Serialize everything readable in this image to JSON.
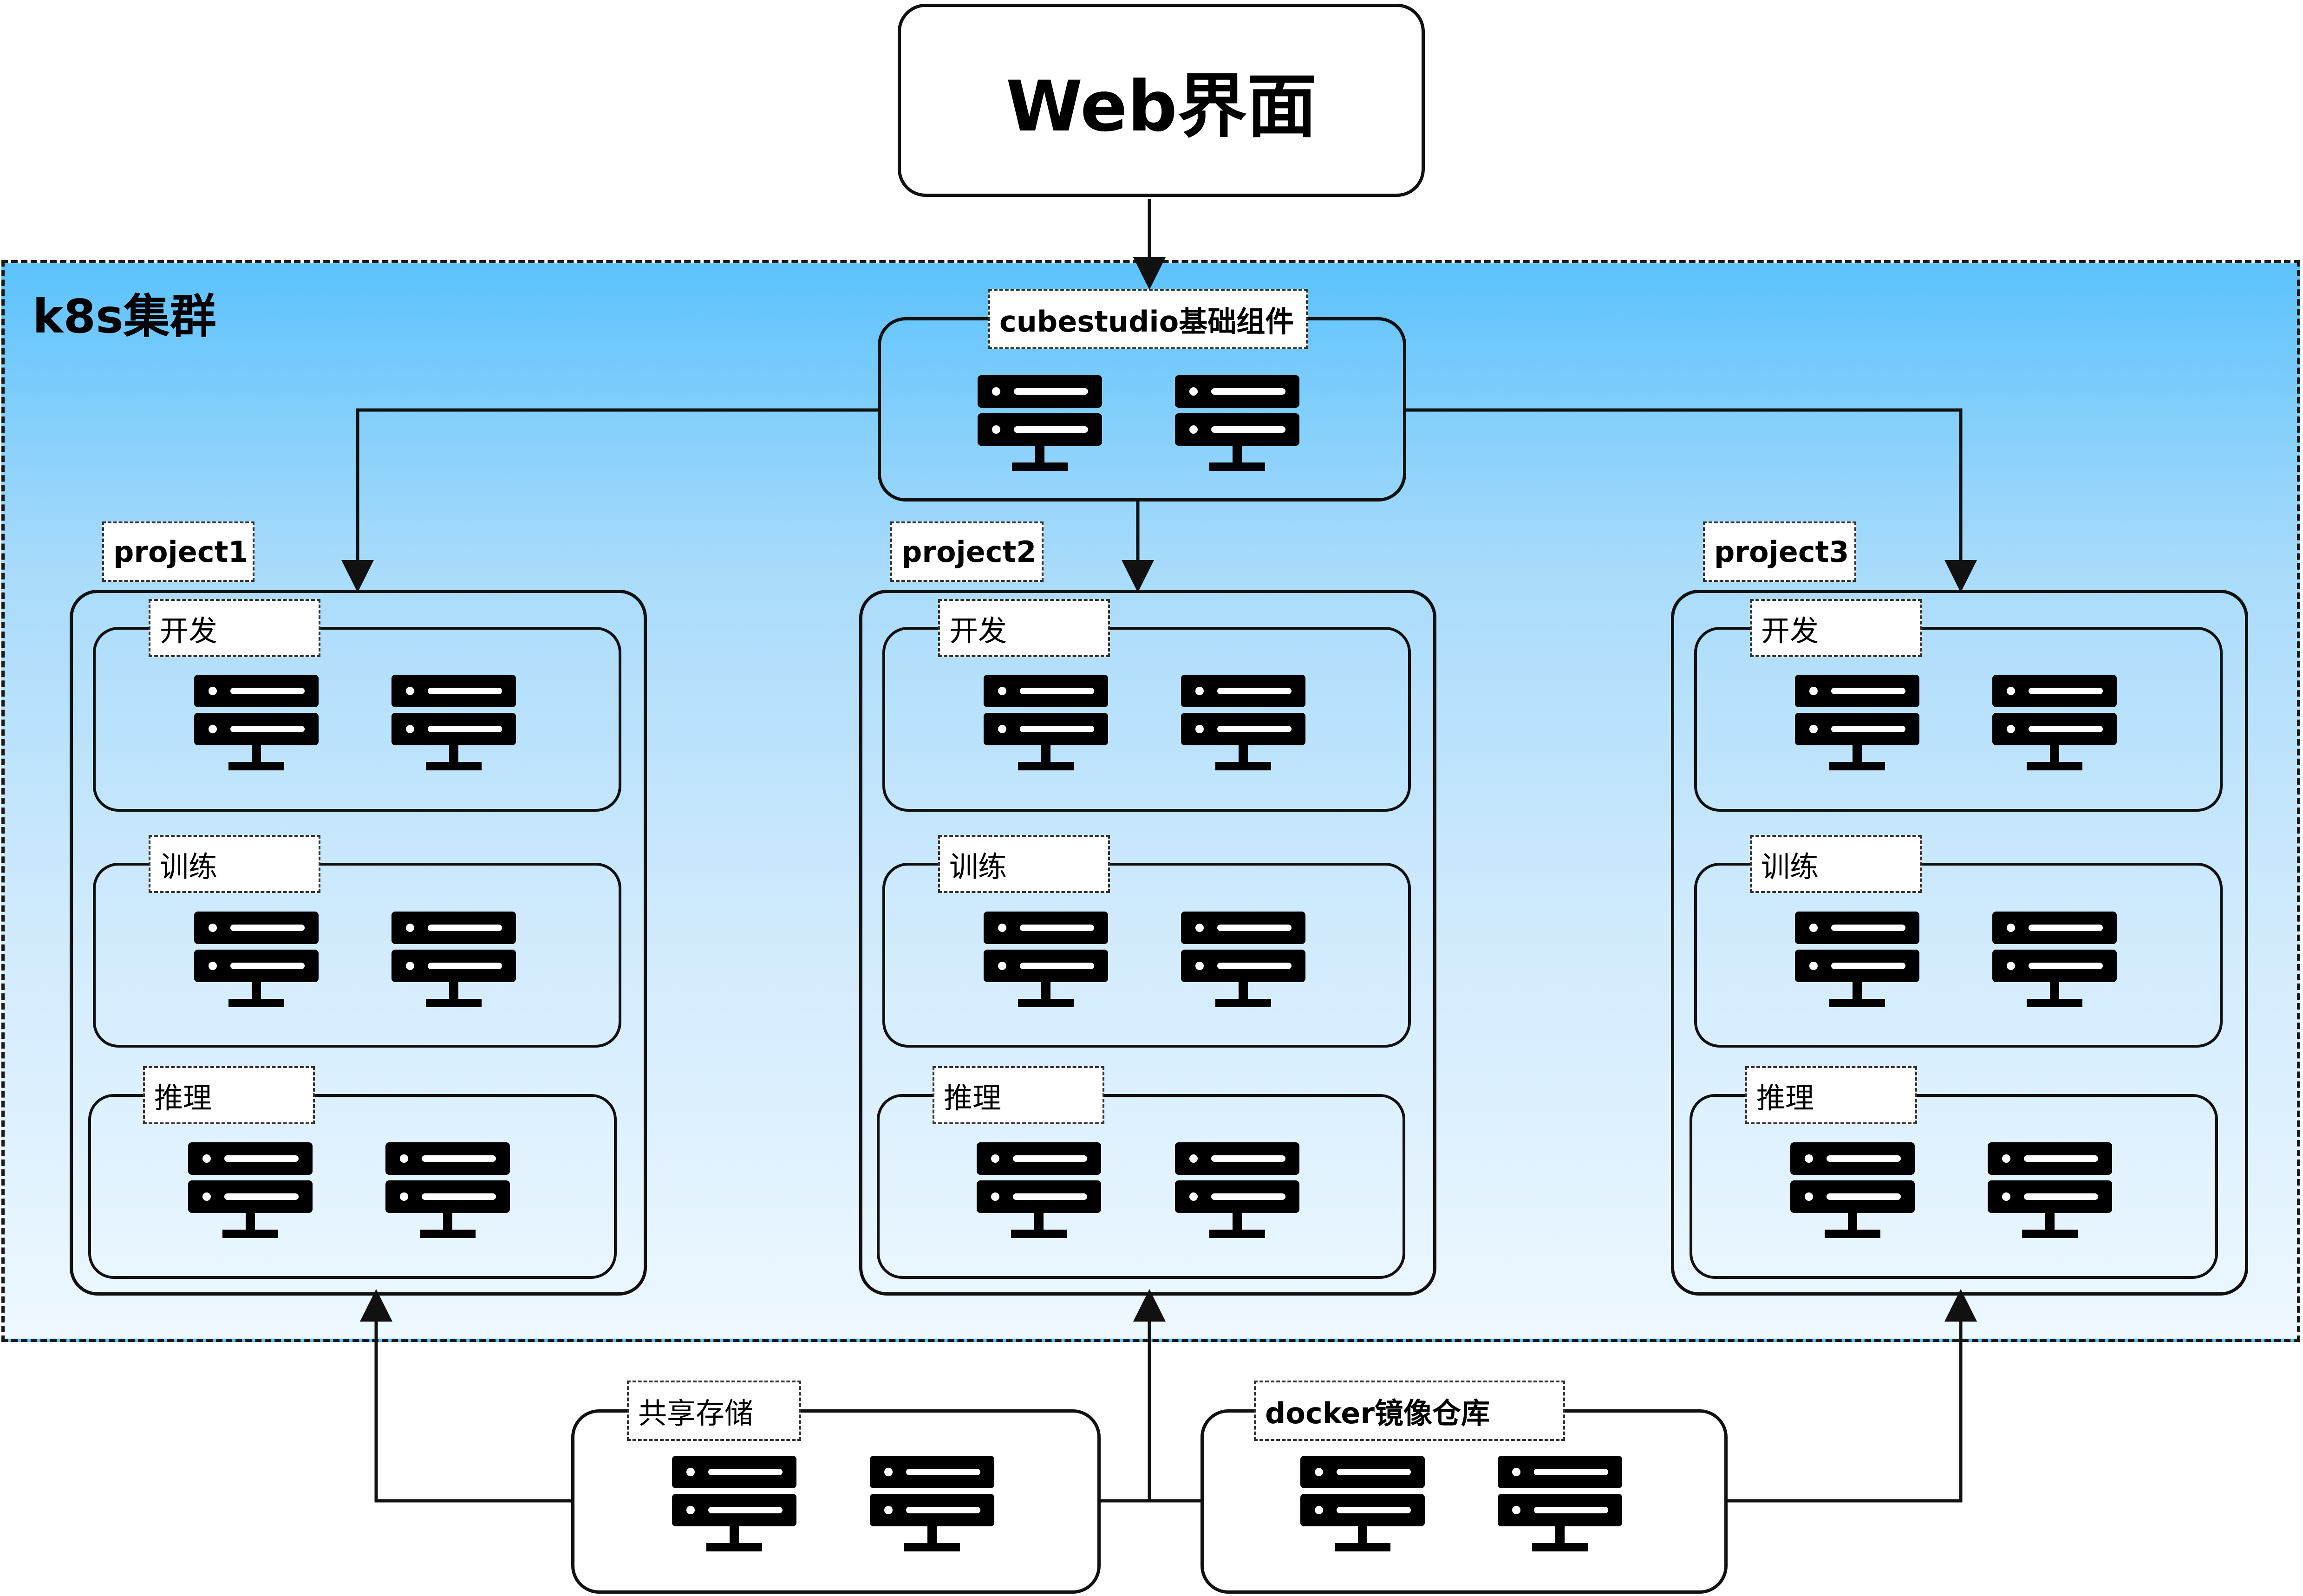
{
  "web": {
    "title": "Web界面"
  },
  "cluster": {
    "title": "k8s集群"
  },
  "core": {
    "label": "cubestudio基础组件"
  },
  "projects": [
    {
      "name": "project1",
      "groups": [
        "开发",
        "训练",
        "推理"
      ]
    },
    {
      "name": "project2",
      "groups": [
        "开发",
        "训练",
        "推理"
      ]
    },
    {
      "name": "project3",
      "groups": [
        "开发",
        "训练",
        "推理"
      ]
    }
  ],
  "storage": {
    "label": "共享存储"
  },
  "registry": {
    "label": "docker镜像仓库"
  },
  "icons": {
    "server": "server-icon",
    "arrow": "arrow-icon"
  },
  "colors": {
    "cluster_gradient_top": "#5cc2fc",
    "cluster_gradient_bottom": "#eef8ff",
    "stroke": "#111111"
  }
}
